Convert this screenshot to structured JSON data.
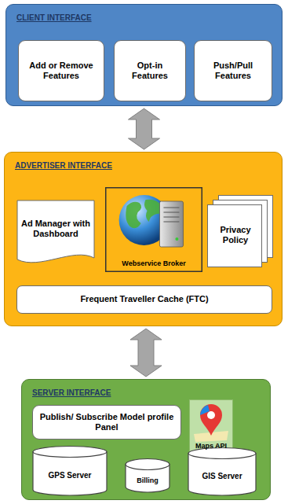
{
  "diagram": {
    "nodes": [
      {
        "text": [
          "CLIENT INTERFACE"
        ]
      },
      {
        "text": [
          "Add or Remove Features"
        ],
        "in": 0
      },
      {
        "text": [
          "Opt-in Features"
        ],
        "in": 0
      },
      {
        "text": [
          "Push/Pull Features"
        ],
        "in": 0
      },
      {
        "text": [
          "ADVERTISER INTERFACE"
        ]
      },
      {
        "text": [
          "Ad Manager with Dashboard"
        ],
        "in": 4
      },
      {
        "text": [
          "Webservice Broker"
        ],
        "in": 4
      },
      {
        "text": [
          "Privacy Policy"
        ],
        "in": 4
      },
      {
        "text": [
          "Frequent Traveller Cache (FTC)"
        ],
        "in": 4
      },
      {
        "text": [
          "SERVER INTERFACE"
        ]
      },
      {
        "text": [
          "Publish/ Subscribe Model profile Panel"
        ],
        "in": 9
      },
      {
        "text": [
          "Maps API"
        ],
        "in": 9
      },
      {
        "text": [
          "GPS Server"
        ],
        "in": 9
      },
      {
        "text": [
          "Billing"
        ],
        "in": 9
      },
      {
        "text": [
          "GIS Server"
        ],
        "in": 9
      }
    ],
    "edges": [
      {
        "from": 0,
        "to": 4,
        "arrow": "both"
      },
      {
        "from": 4,
        "to": 9,
        "arrow": "both"
      }
    ]
  }
}
